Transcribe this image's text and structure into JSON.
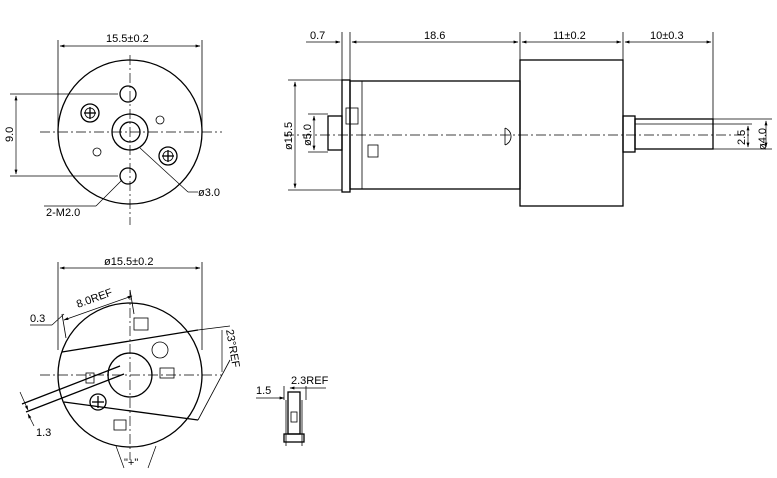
{
  "dimensions": {
    "front_diameter": "15.5±0.2",
    "front_height": "9.0",
    "front_hole": "ø3.0",
    "front_screws": "2-M2.0",
    "side_flange": "0.7",
    "side_body": "18.6",
    "side_gearbox": "11±0.2",
    "side_shaft": "10±0.3",
    "side_diameter": "ø15.5",
    "side_boss": "ø5.0",
    "side_flat": "2.5",
    "side_shaft_dia": "ø4.0",
    "rear_diameter": "ø15.5±0.2",
    "rear_terminal_len": "8.0REF",
    "rear_thickness": "0.3",
    "rear_offset": "1.3",
    "rear_angle": "23°REF",
    "rear_polarity": "\"+\"",
    "detail_thickness": "1.5",
    "detail_width": "2.3REF"
  }
}
